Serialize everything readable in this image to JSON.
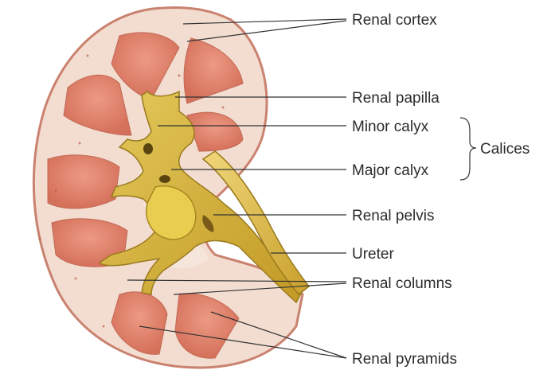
{
  "labels": {
    "renal_cortex": "Renal cortex",
    "renal_papilla": "Renal papilla",
    "minor_calyx": "Minor calyx",
    "major_calyx": "Major calyx",
    "calices": "Calices",
    "renal_pelvis": "Renal pelvis",
    "ureter": "Ureter",
    "renal_columns": "Renal columns",
    "renal_pyramids": "Renal pyramids"
  },
  "colors": {
    "cortex": "#f3ddd0",
    "pyramid": "#e0806a",
    "calyx": "#d4b23a",
    "capsule": "#c9826f",
    "leader": "#333333"
  }
}
